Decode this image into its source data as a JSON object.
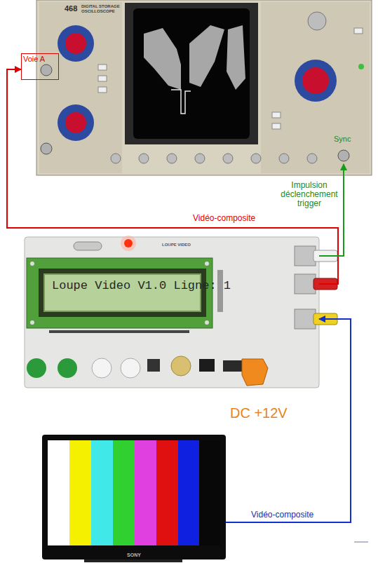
{
  "diagram": {
    "nodes": [
      {
        "text": [
          "468",
          "DIGITAL STORAGE OSCILLOSCOPE"
        ]
      },
      {
        "text": [
          "Voie A"
        ],
        "in": 0
      },
      {
        "text": [
          "Sync"
        ],
        "in": 0
      },
      {
        "text": [
          "LOUPE VIDEO"
        ]
      },
      {
        "text": [
          "Loupe Video V1.0 Ligne: 1"
        ],
        "in": 3
      },
      {
        "text": [
          "SONY"
        ]
      }
    ],
    "edges": [
      {
        "from": 3,
        "to": 1,
        "arrow": "to",
        "label": "Vidéo-composite"
      },
      {
        "from": 3,
        "to": 2,
        "arrow": "to",
        "label": "Impulsion déclenchement trigger"
      },
      {
        "from": 5,
        "to": 3,
        "arrow": "to",
        "label": "Vidéo-composite"
      }
    ],
    "labels": [
      "DC +12V"
    ]
  }
}
